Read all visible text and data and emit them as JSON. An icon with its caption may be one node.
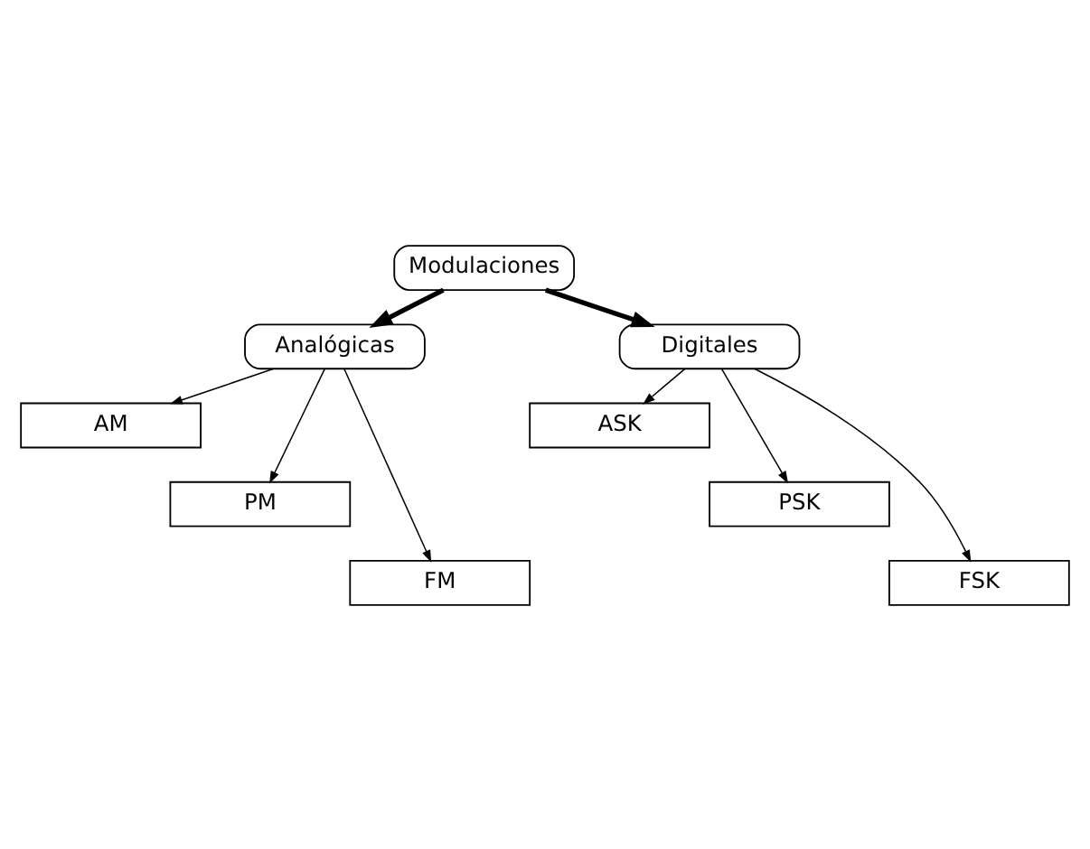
{
  "diagram": {
    "nodes": [
      {
        "text": [
          "Modulaciones"
        ]
      },
      {
        "text": [
          "Analógicas"
        ]
      },
      {
        "text": [
          "Digitales"
        ]
      },
      {
        "text": [
          "AM"
        ]
      },
      {
        "text": [
          "PM"
        ]
      },
      {
        "text": [
          "FM"
        ]
      },
      {
        "text": [
          "ASK"
        ]
      },
      {
        "text": [
          "PSK"
        ]
      },
      {
        "text": [
          "FSK"
        ]
      }
    ],
    "edges": [
      {
        "from": 0,
        "to": 1,
        "arrow": "to",
        "style": "thick"
      },
      {
        "from": 0,
        "to": 2,
        "arrow": "to",
        "style": "thick"
      },
      {
        "from": 1,
        "to": 3,
        "arrow": "to"
      },
      {
        "from": 1,
        "to": 4,
        "arrow": "to"
      },
      {
        "from": 1,
        "to": 5,
        "arrow": "to"
      },
      {
        "from": 2,
        "to": 6,
        "arrow": "to"
      },
      {
        "from": 2,
        "to": 7,
        "arrow": "to"
      },
      {
        "from": 2,
        "to": 8,
        "arrow": "to"
      }
    ]
  }
}
